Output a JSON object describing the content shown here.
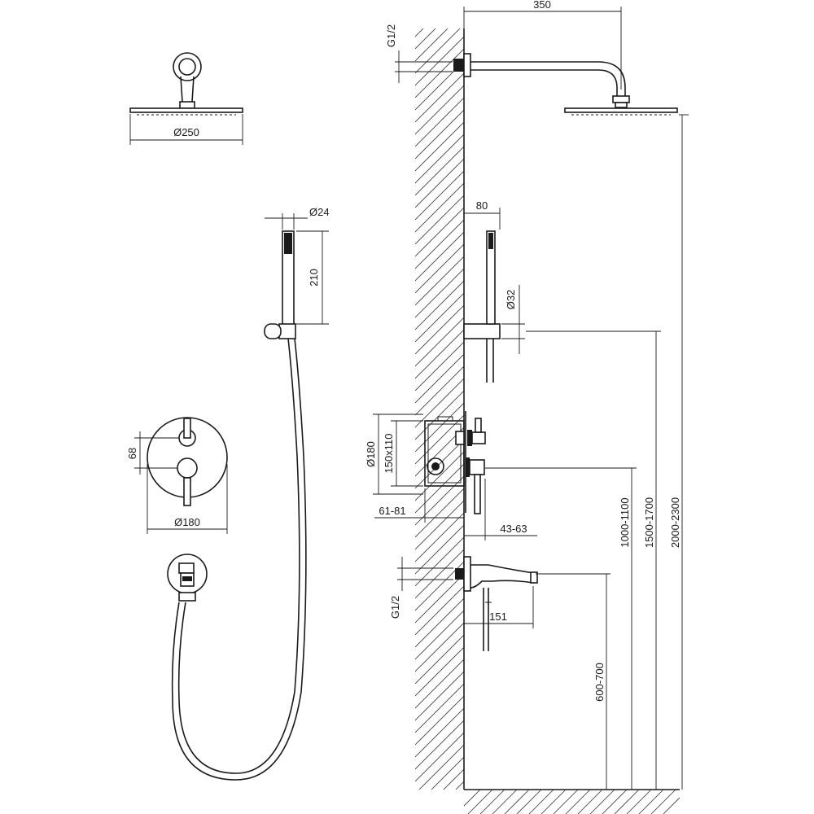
{
  "labels": {
    "shower_head_diameter": "Ø250",
    "hand_shower_diameter": "Ø24",
    "hand_shower_length": "210",
    "mixer_spacing": "68",
    "mixer_plate_diameter": "Ø180",
    "arm_length": "350",
    "top_inlet_thread": "G1/2",
    "holder_offset": "80",
    "holder_diameter": "Ø32",
    "box_diameter": "Ø180",
    "box_size": "150x110",
    "box_depth": "61-81",
    "mixer_projection": "43-63",
    "spout_inlet_thread": "G1/2",
    "spout_length": "151",
    "spout_height": "600-700",
    "mixer_height": "1000-1100",
    "holder_height": "1500-1700",
    "head_height": "2000-2300"
  },
  "colors": {
    "line": "#1a1a1a",
    "background": "#ffffff"
  }
}
